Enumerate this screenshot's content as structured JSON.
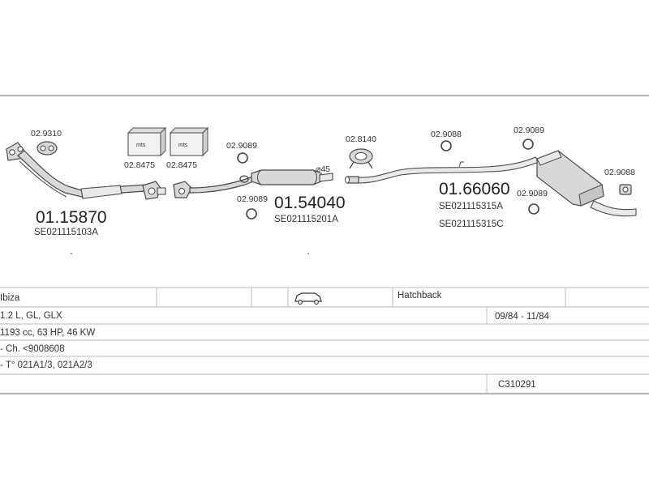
{
  "parts": {
    "gasket_1": "02.9310",
    "clamp_1": "02.8475",
    "clamp_2": "02.8475",
    "ring_1": "02.9089",
    "ring_2": "02.9089",
    "hanger_1": "02.8140",
    "ring_3": "02.9088",
    "ring_4": "02.9089",
    "ring_5": "02.9089",
    "ring_6": "02.9088",
    "front_pipe": "01.15870",
    "front_pipe_ref": "SE021115103A",
    "middle_silencer": "01.54040",
    "middle_silencer_ref": "SE021115201A",
    "rear_silencer": "01.66060",
    "rear_silencer_ref_a": "SE021115315A",
    "rear_silencer_ref_c": "SE021115315C",
    "pipe_diameter": "⌀45",
    "clamp_box_label": "mts"
  },
  "table": {
    "model": "Ibiza",
    "body_type": "Hatchback",
    "engine": "1.2 L, GL, GLX",
    "date_range": "09/84 - 11/84",
    "specs": "1193 cc, 63 HP, 46 KW",
    "chassis": "- Ch. <9008608",
    "engine_code": "- T° 021A1/3, 021A2/3",
    "catalog_code": "C310291"
  },
  "icons": {
    "vehicle": "car-icon"
  }
}
